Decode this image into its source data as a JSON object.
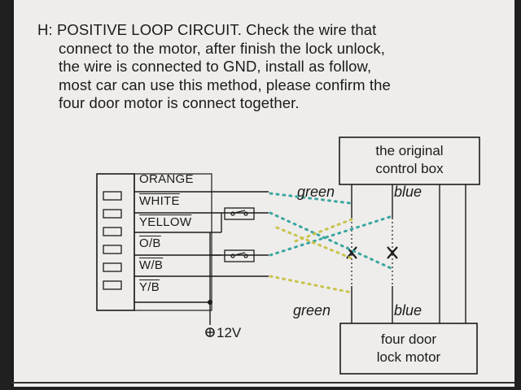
{
  "instructions": {
    "lines": [
      "H: POSITIVE LOOP CIRCUIT.  Check the wire that",
      "connect to the motor, after finish the lock unlock,",
      "the wire is connected to GND, install as follow,",
      "most car can use this method, please confirm the",
      "four door motor is connect together."
    ]
  },
  "diagram": {
    "control_box_label": [
      "the original",
      "control box"
    ],
    "motor_box_label": [
      "four door",
      "lock motor"
    ],
    "wires": [
      "ORANGE",
      "WHITE",
      "YELLOW",
      "O/B",
      "W/B",
      "Y/B"
    ],
    "green_top": "green",
    "blue_top": "blue",
    "green_bottom": "green",
    "blue_bottom": "blue",
    "supply": "12V",
    "cut_mark": "X",
    "colors": {
      "green_dots": "#3aa6a0",
      "yellow_dots": "#c9c24a",
      "ink": "#1b1b1b"
    }
  }
}
